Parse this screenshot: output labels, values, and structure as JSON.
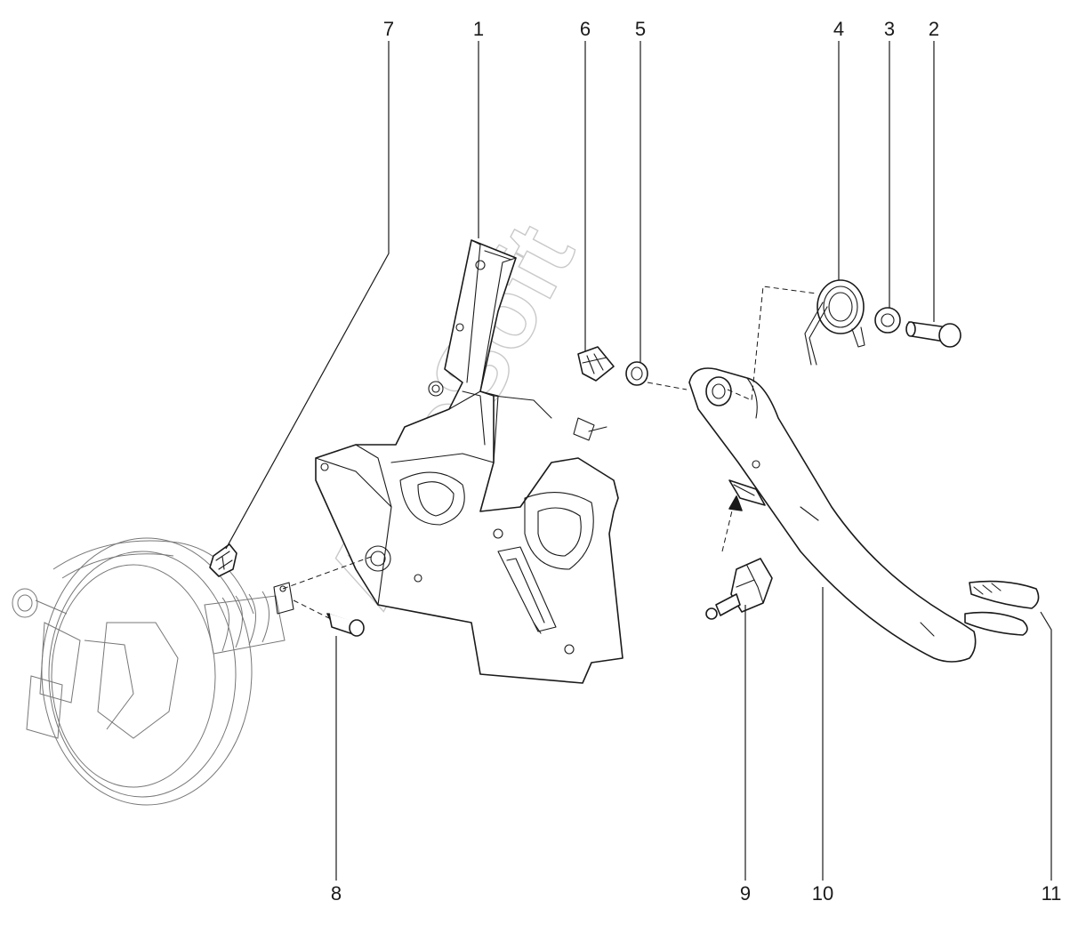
{
  "watermark": "AutoSoft",
  "callouts": [
    {
      "id": "7",
      "label": "7"
    },
    {
      "id": "1",
      "label": "1"
    },
    {
      "id": "6",
      "label": "6"
    },
    {
      "id": "5",
      "label": "5"
    },
    {
      "id": "4",
      "label": "4"
    },
    {
      "id": "3",
      "label": "3"
    },
    {
      "id": "2",
      "label": "2"
    },
    {
      "id": "8",
      "label": "8"
    },
    {
      "id": "9",
      "label": "9"
    },
    {
      "id": "10",
      "label": "10"
    },
    {
      "id": "11",
      "label": "11"
    }
  ]
}
